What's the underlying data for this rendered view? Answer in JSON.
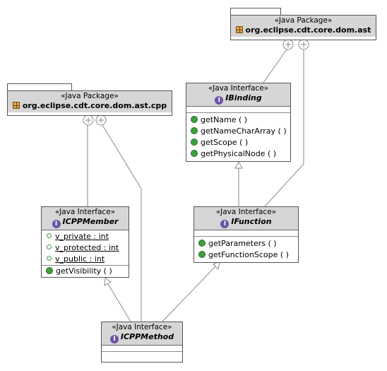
{
  "packages": [
    {
      "id": "pkg-ast",
      "stereotype": "«Java Package»",
      "name": "org.eclipse.cdt.core.dom.ast"
    },
    {
      "id": "pkg-cpp",
      "stereotype": "«Java Package»",
      "name": "org.eclipse.cdt.core.dom.ast.cpp"
    }
  ],
  "interfaces": {
    "ibinding": {
      "stereotype": "«Java Interface»",
      "name": "IBinding",
      "methods": [
        "getName ( )",
        "getNameCharArray ( )",
        "getScope ( )",
        "getPhysicalNode ( )"
      ]
    },
    "ifunction": {
      "stereotype": "«Java Interface»",
      "name": "IFunction",
      "methods": [
        "getParameters ( )",
        "getFunctionScope ( )"
      ]
    },
    "icppmember": {
      "stereotype": "«Java Interface»",
      "name": "ICPPMember",
      "fields": [
        "v_private : int",
        "v_protected : int",
        "v_public : int"
      ],
      "methods": [
        "getVisibility ( )"
      ]
    },
    "icppmethod": {
      "stereotype": "«Java Interface»",
      "name": "ICPPMethod"
    }
  },
  "icons": {
    "package": "package-icon",
    "interface": "interface-icon",
    "method": "public-method-icon",
    "field": "public-static-field-icon"
  },
  "colors": {
    "header_fill": "#d6d6d6",
    "interface_icon": "#6b55a6",
    "method_icon": "#3da03d",
    "package_icon": "#d9a44d"
  }
}
